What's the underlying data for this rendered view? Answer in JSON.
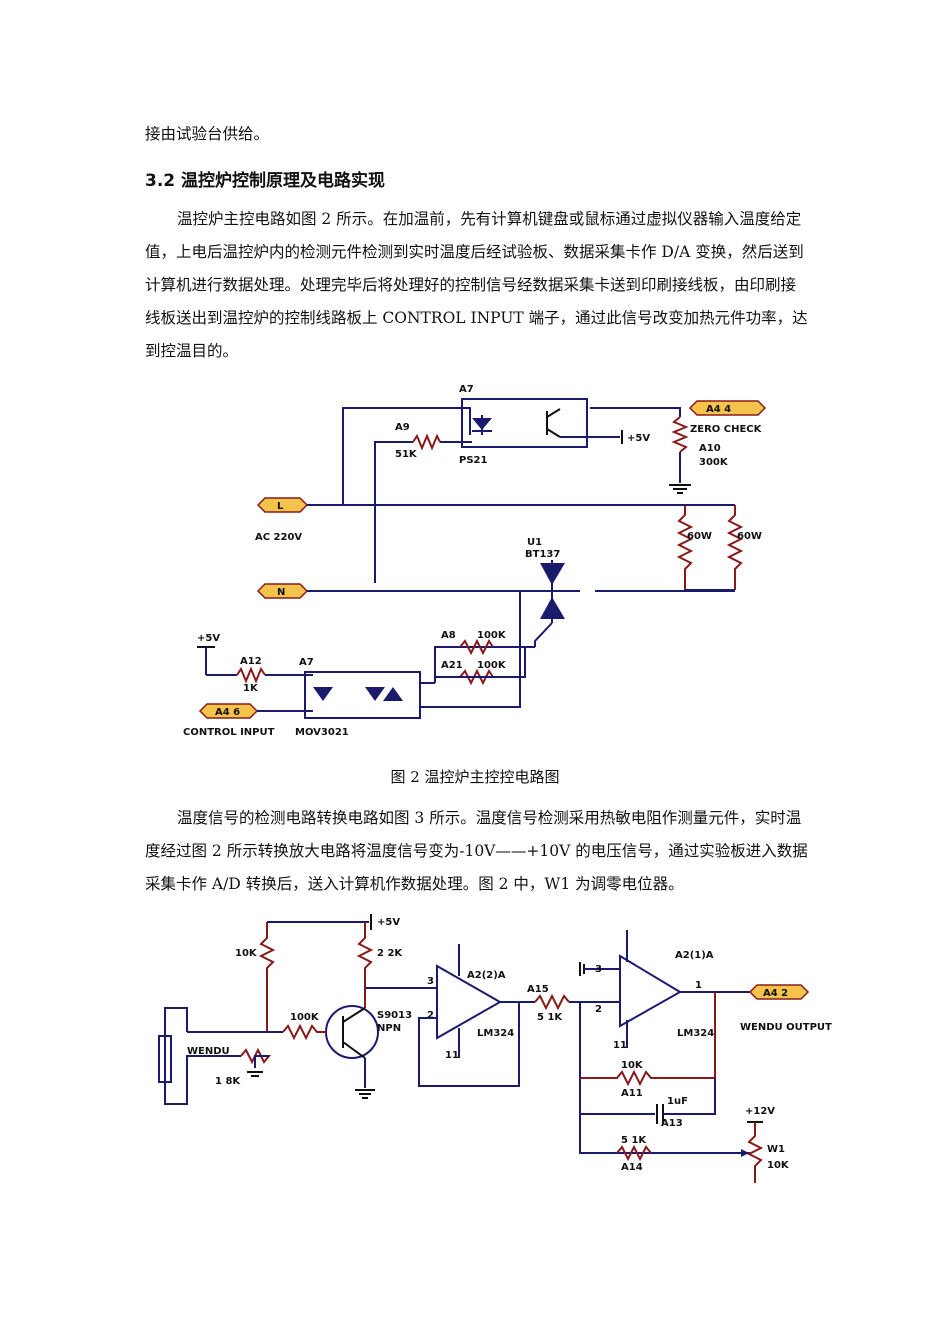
{
  "paragraphs": {
    "p0": "接由试验台供给。",
    "heading": "3.2 温控炉控制原理及电路实现",
    "p1": "温控炉主控电路如图 2 所示。在加温前，先有计算机键盘或鼠标通过虚拟仪器输入温度给定值，上电后温控炉内的检测元件检测到实时温度后经试验板、数据采集卡作 D/A 变换，然后送到计算机进行数据处理。处理完毕后将处理好的控制信号经数据采集卡送到印刷接线板，由印刷接线板送出到温控炉的控制线路板上 CONTROL INPUT 端子，通过此信号改变加热元件功率，达到控温目的。",
    "caption2": "图 2 温控炉主控控电路图",
    "p2": "温度信号的检测电路转换电路如图 3 所示。温度信号检测采用热敏电阻作测量元件，实时温度经过图 2 所示转换放大电路将温度信号变为-10V——+10V 的电压信号，通过实验板进入数据采集卡作 A/D 转换后，送入计算机作数据处理。图 2 中，W1 为调零电位器。"
  },
  "fig2": {
    "a7_top": "A7",
    "a9": "A9",
    "r51k": "51K",
    "ps21": "PS21",
    "plus5v_top": "+5V",
    "a44": "A4 4",
    "zero_check": "ZERO CHECK",
    "a10": "A10",
    "r300k": "300K",
    "l_tag": "L",
    "ac220": "AC 220V",
    "n_tag": "N",
    "u1": "U1",
    "bt137": "BT137",
    "h1": "60W",
    "h2": "60W",
    "plus5v_left": "+5V",
    "a8": "A8",
    "r100k_a": "100K",
    "a21": "A21",
    "r100k_b": "100K",
    "a12": "A12",
    "r1k": "1K",
    "a7_bot": "A7",
    "a46": "A4 6",
    "control_input": "CONTROL INPUT",
    "moc": "MOV3021"
  },
  "fig3": {
    "plus5v": "+5V",
    "r10k_left": "10K",
    "r22k": "2 2K",
    "r100k": "100K",
    "s9013": "S9013",
    "npn": "NPN",
    "wendu": "WENDU",
    "r18k": "1 8K",
    "a2a": "A2(2)A",
    "pin3a": "3",
    "pin2a": "2",
    "pin11a": "11",
    "lm324a": "LM324",
    "a15": "A15",
    "r51k": "5 1K",
    "a2b": "A2(1)A",
    "pin3b": "3",
    "pin2b": "2",
    "pin1b": "1",
    "pin11b": "11",
    "lm324b": "LM324",
    "a42": "A4 2",
    "wendu_output": "WENDU OUTPUT",
    "r10k_a11": "10K",
    "a11": "A11",
    "c1uf": "1uF",
    "a13": "A13",
    "r51k_a14": "5 1K",
    "a14": "A14",
    "plus12v": "+12V",
    "w1": "W1",
    "w1_10k": "10K"
  }
}
